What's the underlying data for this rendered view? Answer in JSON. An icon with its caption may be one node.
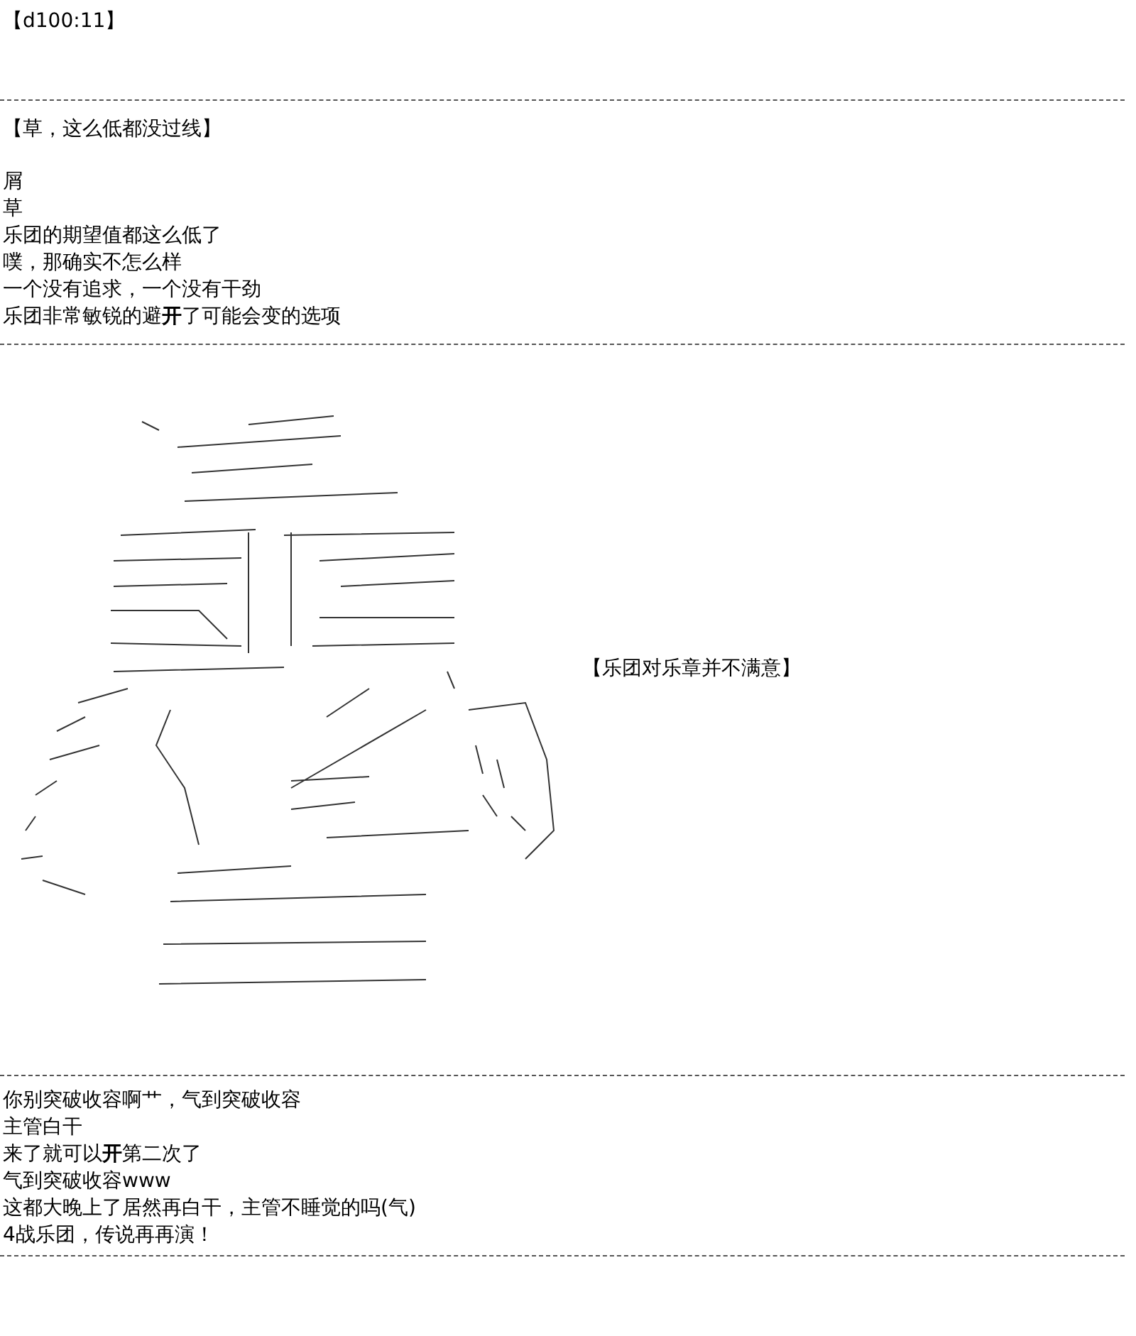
{
  "diagram": {
    "labels": [
      "【d100:11】",
      "【草，这么低都没过线】",
      "屑",
      "草",
      "乐团的期望值都这么低了",
      "噗，那确实不怎么样",
      "一个没有追求，一个没有干劲",
      "乐团非常敏锐的避**开**了可能会变的选项",
      "【乐团对乐章并不满意】",
      "你别突破收容啊艹，气到突破收容",
      "主管白干",
      "来了就可以**开**第二次了",
      "气到突破收容www",
      "这都大晚上了居然再白干，主管不睡觉的吗(气)",
      "4战乐团，传说再再演！"
    ]
  }
}
